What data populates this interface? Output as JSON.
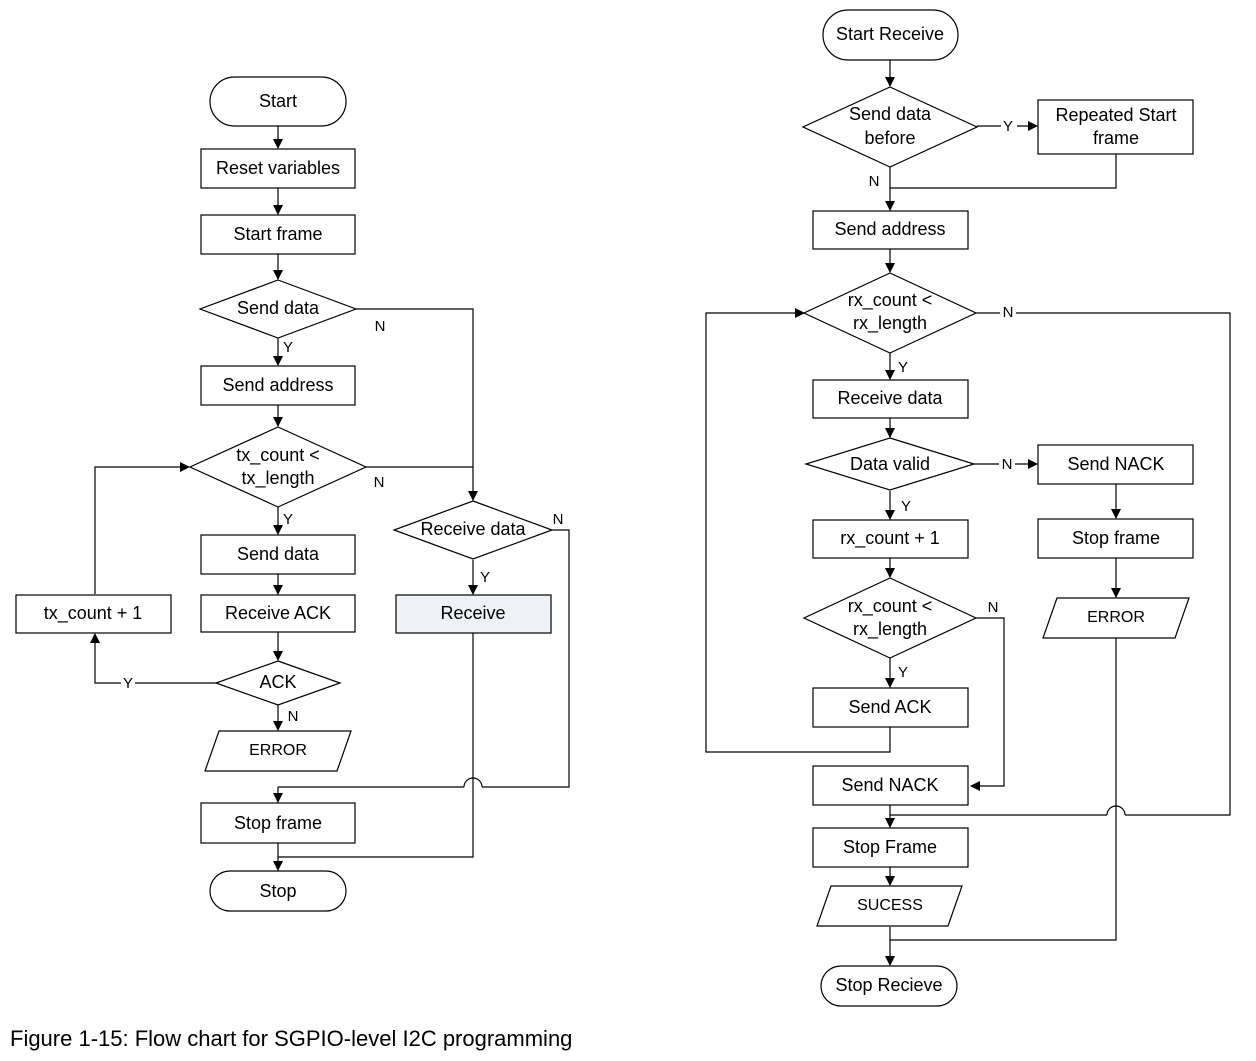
{
  "caption": "Figure 1-15: Flow chart for SGPIO-level I2C programming",
  "transmit": {
    "start": "Start",
    "reset_variables": "Reset variables",
    "start_frame": "Start frame",
    "send_data_decision": "Send data",
    "send_address": "Send address",
    "tx_count_decision": [
      "tx_count <",
      "tx_length"
    ],
    "send_data": "Send data",
    "receive_ack": "Receive ACK",
    "tx_count_increment": "tx_count + 1",
    "ack_decision": "ACK",
    "error": "ERROR",
    "stop_frame": "Stop frame",
    "stop": "Stop",
    "receive_data_decision": "Receive data",
    "receive": "Receive"
  },
  "receive": {
    "start_receive": "Start Receive",
    "send_data_before_decision": [
      "Send data",
      "before"
    ],
    "repeated_start_frame": [
      "Repeated Start",
      "frame"
    ],
    "send_address": "Send address",
    "rx_count_decision_1": [
      "rx_count <",
      "rx_length"
    ],
    "receive_data": "Receive data",
    "data_valid_decision": "Data valid",
    "send_nack_1": "Send NACK",
    "stop_frame": "Stop frame",
    "error": "ERROR",
    "rx_count_increment": "rx_count + 1",
    "rx_count_decision_2": [
      "rx_count <",
      "rx_length"
    ],
    "send_ack": "Send ACK",
    "send_nack_2": "Send NACK",
    "stop_frame_2": "Stop Frame",
    "sucess": "SUCESS",
    "stop_receive": "Stop Recieve"
  },
  "branch_labels": {
    "yes": "Y",
    "no": "N"
  }
}
